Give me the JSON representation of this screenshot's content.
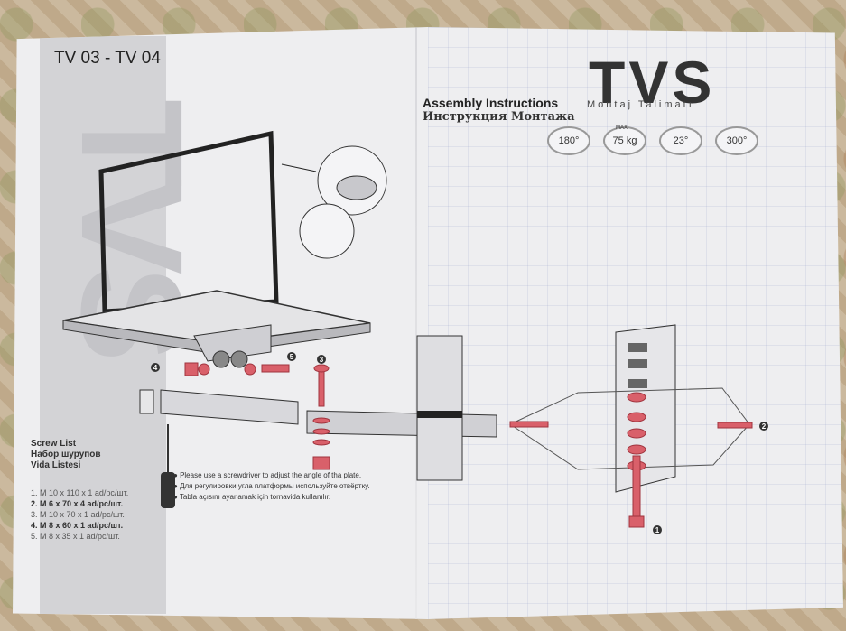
{
  "brand": "TVS",
  "model": "TV 03 - TV 04",
  "assembly_en": "Assembly Instructions",
  "assembly_tr": "Montaj Talimatı",
  "assembly_ru": "Инструкция Монтажа",
  "badges": [
    {
      "text": "180°",
      "sup": ""
    },
    {
      "text": "75 kg",
      "sup": "MAX"
    },
    {
      "text": "23°",
      "sup": ""
    },
    {
      "text": "300°",
      "sup": ""
    }
  ],
  "screw_list_titles": [
    "Screw List",
    "Набор шурупов",
    "Vida Listesi"
  ],
  "screw_items": [
    "1. M 10 x 110 x 1 ad/pc/шт.",
    "2. M 6  x 70 x 4 ad/pc/шт.",
    "3. M 10 x 70 x 1 ad/pc/шт.",
    "4. M 8  x 60 x 1 ad/pc/шт.",
    "5. M 8  x 35 x 1 ad/pc/шт."
  ],
  "notes": [
    "Please use a screwdriver to adjust the angle of tha plate.",
    "Для регулировки угла платформы используйте отвёртку.",
    "Tabla açısını ayarlamak için tornavida kullanılır."
  ],
  "callouts": [
    "1",
    "2",
    "3",
    "4",
    "5"
  ],
  "colors": {
    "red_parts": "#d9606a",
    "line": "#222222"
  }
}
